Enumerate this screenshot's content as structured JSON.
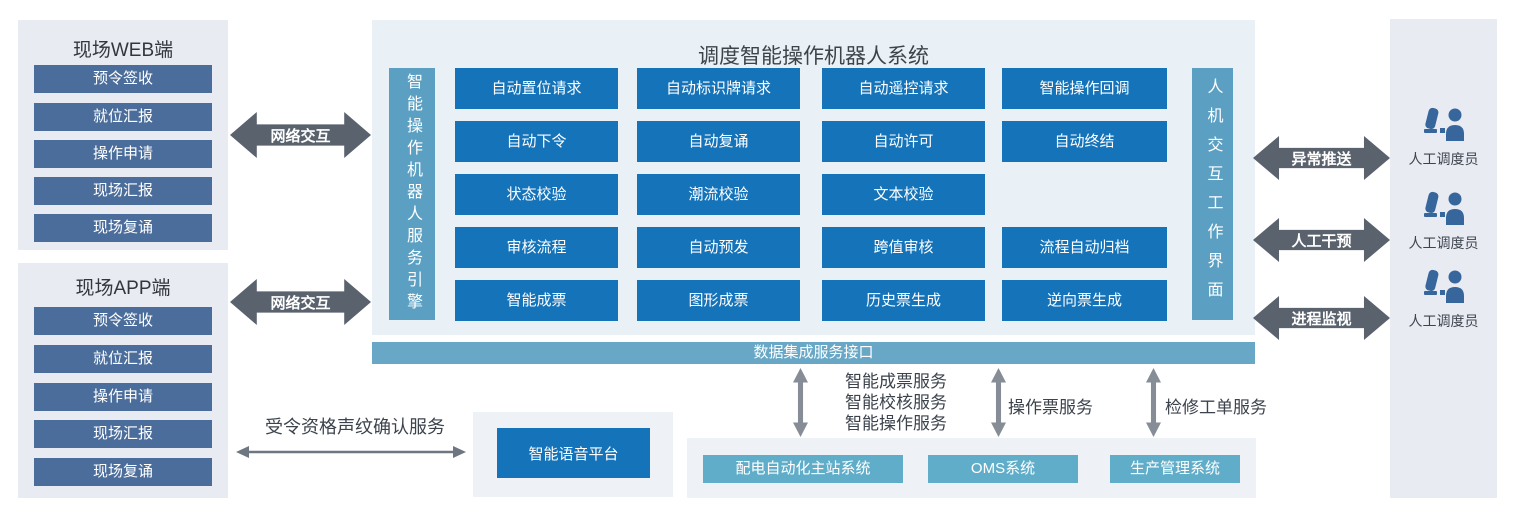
{
  "web_panel": {
    "title": "现场WEB端",
    "items": [
      "预令签收",
      "就位汇报",
      "操作申请",
      "现场汇报",
      "现场复诵"
    ]
  },
  "app_panel": {
    "title": "现场APP端",
    "items": [
      "预令签收",
      "就位汇报",
      "操作申请",
      "现场汇报",
      "现场复诵"
    ]
  },
  "network_arrows": {
    "web_label": "网络交互",
    "app_label": "网络交互"
  },
  "main_system": {
    "title": "调度智能操作机器人系统",
    "engine_bar": "智能操作机器人服务引擎",
    "hmi_bar": "人机交互工作界面",
    "modules": [
      [
        "自动置位请求",
        "自动标识牌请求",
        "自动遥控请求",
        "智能操作回调"
      ],
      [
        "自动下令",
        "自动复诵",
        "自动许可",
        "自动终结"
      ],
      [
        "状态校验",
        "潮流校验",
        "文本校验"
      ],
      [
        "审核流程",
        "自动预发",
        "跨值审核",
        "流程自动归档"
      ],
      [
        "智能成票",
        "图形成票",
        "历史票生成",
        "逆向票生成"
      ]
    ]
  },
  "data_bar": {
    "label": "数据集成服务接口"
  },
  "service_links": [
    {
      "labels": [
        "智能成票服务",
        "智能校核服务",
        "智能操作服务"
      ]
    },
    {
      "labels": [
        "操作票服务"
      ]
    },
    {
      "labels": [
        "检修工单服务"
      ]
    }
  ],
  "external_systems": {
    "items": [
      "配电自动化主站系统",
      "OMS系统",
      "生产管理系统"
    ]
  },
  "voice": {
    "arrow_label": "受令资格声纹确认服务",
    "platform": "智能语音平台"
  },
  "dispatcher_links": [
    {
      "label": "异常推送",
      "person": "人工调度员"
    },
    {
      "label": "人工干预",
      "person": "人工调度员"
    },
    {
      "label": "进程监视",
      "person": "人工调度员"
    }
  ],
  "colors": {
    "module_blue": "#1473b9",
    "teal_bar": "#5ba0c3",
    "data_bar_teal": "#68a8c6",
    "system_teal": "#5fadc9",
    "slate_item": "#4b6d9b",
    "arrow_dark": "#5a626e",
    "arrow_gray": "#868d96",
    "panel_lavender": "#e9ebf3",
    "panel_lightblue": "#e9f1f7",
    "person_icon_blue": "#36669c"
  }
}
